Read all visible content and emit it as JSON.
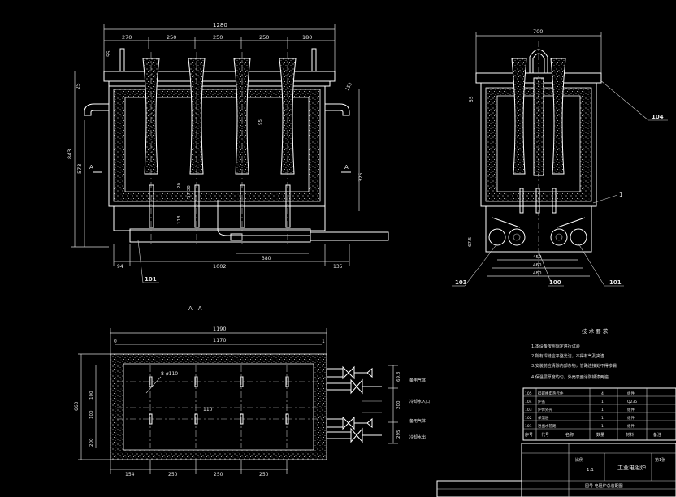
{
  "front_view": {
    "dims_top": {
      "overall": "1280",
      "segments": [
        "270",
        "250",
        "250",
        "250",
        "180"
      ]
    },
    "dims_left": {
      "a": "55",
      "b": "25",
      "height_total": "843",
      "height_lower": "573"
    },
    "dims_bottom": {
      "left": "94",
      "mid": "1002",
      "right": "135",
      "pipe": "380"
    },
    "inner_dims": [
      "57.38",
      "20",
      "118",
      "95"
    ],
    "right_dims": [
      "153",
      "325"
    ],
    "section_marker": "A",
    "callout": "101"
  },
  "side_view": {
    "dim_top": "700",
    "dim_left": "55",
    "dims_bottom": [
      "450",
      "460",
      "480"
    ],
    "left_small_dim": "67.5",
    "callouts": {
      "top_right": "104",
      "bottom_left": "103",
      "bottom_mid": "100",
      "bottom_right": "101",
      "mid_right": "1"
    }
  },
  "plan_view": {
    "section_title": "A—A",
    "dim_outer": "1190",
    "dim_inner": "1170",
    "dims_bottom": [
      "154",
      "250",
      "250",
      "250"
    ],
    "dims_left": {
      "total": "660",
      "a": "100",
      "b": "100",
      "c": "200"
    },
    "dims_right": {
      "a": "69.3",
      "b": "200",
      "c": "295"
    },
    "hole_note": "8-ø110",
    "center_mark": "110",
    "pipe_labels": [
      "备用气体",
      "冷却水入口",
      "备用气体",
      "冷却水出"
    ],
    "right_number": "1",
    "left_number": "0"
  },
  "notes": {
    "title": "技 术 要 求",
    "items": [
      "1.本设备按照规定进行试验",
      "2.所有焊缝应平整光洁，不得有气孔夹渣",
      "3.安装前应清除内部杂物，管路连接处不得渗漏",
      "4.保温层厚度均匀，外壳表面涂防锈漆两遍"
    ]
  },
  "parts_table": {
    "rows": [
      [
        "105",
        "硅碳棒电热元件",
        "4",
        "组件"
      ],
      [
        "104",
        "炉盖",
        "1",
        "Q235"
      ],
      [
        "103",
        "炉体外壳",
        "1",
        "组件"
      ],
      [
        "102",
        "保温层",
        "1",
        "组件"
      ],
      [
        "101",
        "进出水管路",
        "1",
        "组件"
      ]
    ],
    "header": [
      "序号",
      "代号",
      "名称",
      "数量",
      "材料",
      "备注"
    ]
  },
  "title_block": {
    "drawing_name": "工业电阻炉",
    "scale_label": "比例",
    "scale": "1:1",
    "sheet_label": "第1张",
    "bottom_text": "图号 电阻炉总装配图"
  }
}
